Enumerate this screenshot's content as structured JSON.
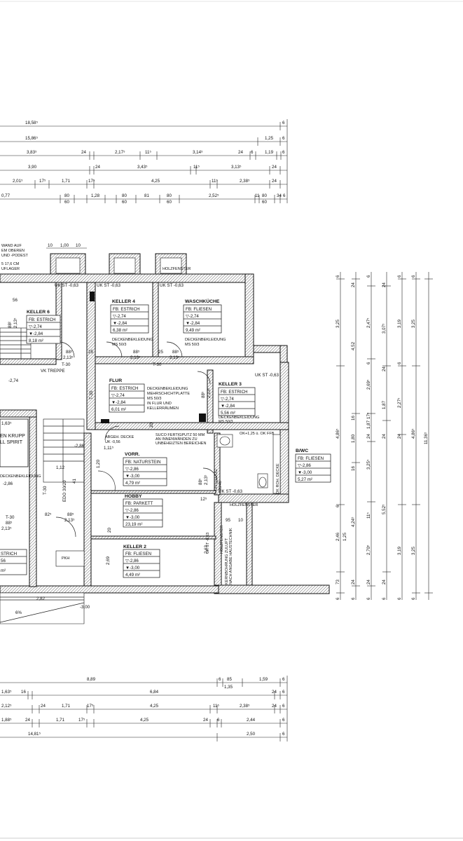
{
  "top_dims": {
    "row1": [
      "18,58⁵",
      "6"
    ],
    "row2": [
      "15,86⁵",
      "1,25",
      "6"
    ],
    "row3": [
      "3,83⁵",
      "24",
      "2,17⁵",
      "11⁵",
      "3,14⁵",
      "24",
      "6",
      "1,19",
      "6"
    ],
    "row4": [
      "3,90",
      "24",
      "3,43⁵",
      "11⁵",
      "3,13⁵",
      "24"
    ],
    "row5": [
      "2,01⁵",
      "17⁵",
      "1,71",
      "17⁵",
      "4,25",
      "11⁵",
      "2,38⁵",
      "24"
    ],
    "row6": [
      "0,77",
      "80",
      "60",
      "1,28",
      "80",
      "60",
      "81",
      "80",
      "60",
      "2,52⁵",
      "11",
      "80",
      "60",
      "34",
      "6"
    ]
  },
  "window_top": [
    "10",
    "1,00",
    "10"
  ],
  "left_notes": [
    "WAND AUF",
    "EM OBEREN",
    "UND -PODEST",
    "5 17,6 CM",
    "UFLAGER"
  ],
  "rooms": {
    "keller6": {
      "name": "KELLER 6",
      "fb": "FB: ESTRICH",
      "h1": "▽-2,74",
      "h2": "▼-2,84",
      "area": "8,18 m²"
    },
    "keller4": {
      "name": "KELLER 4",
      "fb": "FB: ESTRICH",
      "h1": "▽-2,74",
      "h2": "▼-2,84",
      "area": "6,38 m²"
    },
    "waschkueche": {
      "name": "WASCHKÜCHE",
      "fb": "FB: FLIESEN",
      "h1": "▽-2,74",
      "h2": "▼-2,84",
      "area": "9,49 m²"
    },
    "flur": {
      "name": "FLUR",
      "fb": "FB: ESTRICH",
      "h1": "▽-2,74",
      "h2": "▼-2,84",
      "area": "6,01 m²"
    },
    "keller3": {
      "name": "KELLER 3",
      "fb": "FB: ESTRICH",
      "h1": "▽-2,74",
      "h2": "▼-2,84",
      "area": "5,56 m²"
    },
    "bwc": {
      "name": "B/WC",
      "fb": "FB: FLIESEN",
      "h1": "▽-2,86",
      "h2": "▼-3,00",
      "area": "5,27 m²"
    },
    "vorr": {
      "name": "VORR.",
      "fb": "FB: NATURSTEIN",
      "h1": "▽-2,86",
      "h2": "▼-3,00",
      "area": "4,79 m²"
    },
    "hobby": {
      "name": "HOBBY",
      "fb": "FB: PARKETT",
      "h1": "▽-2,86",
      "h2": "▼-3,00",
      "area": "23,19 m²"
    },
    "keller2": {
      "name": "KELLER 2",
      "fb": "FB: FLIESEN",
      "h1": "▽-2,86",
      "h2": "▼-3,00",
      "area": "4,49 m²"
    },
    "keller5": {
      "fb": "STRICH",
      "h1": "56",
      "h2": "m²"
    }
  },
  "labels": {
    "uk_st_1": "UK ST -0,63",
    "uk_st_2": "UK ST -0,63",
    "uk_st_3": "UK ST -0,63",
    "uk_st_4": "UK ST -0,63",
    "uk_st_5": "UK ST -0,63",
    "uk_st_6": "UK ST -0,63",
    "holzfenster_1": "HOLZFENSTER",
    "holzfenster_2": "HOLZFENSTER",
    "holzfenster_3": "HOLZFENSTER",
    "vk_treppe": "VK TREPPE",
    "t30_1": "T-30",
    "t30_2": "T-30",
    "t30_3": "T-30",
    "t30_4": "T-30",
    "decke_1": "DECKENBEKLEIDUNG",
    "decke_1b": "MS 50/3",
    "decke_2": "DECKENBEKLEIDUNG",
    "decke_2b": "MS 50/3",
    "decke_3a": "DECKENBEKLEIDUNG",
    "decke_3b": "MEHRSCHICHTPLATTE",
    "decke_3c": "MS 50/3",
    "decke_3d": "IN FLUR UND",
    "decke_3e": "KELLERRÄUMEN",
    "decke_4a": "DECKENBEKLEIDUNG",
    "decke_4b": "MS 50/3",
    "suco_a": "SUCO FERTIGPUTZ 50 MM",
    "suco_b": "AN INNENWÄNDEN ZU",
    "suco_c": "UNBEHEIZTEN BEREICHEN",
    "abgeh_a": "ABGEH. DECKE",
    "abgeh_b": "UK -0,56",
    "ok_ffb": "OK+1,25 ü. OK FFB",
    "vk_krupp": "EN KRUPP",
    "ll_spirit": "LL SPIRIT",
    "pkh": "PKH",
    "ok_decke": "OK ROH. DECKE",
    "unterzug": "UNTERZUG",
    "unterzug_b": "20/40",
    "kernbohrung_a": "KERNBOHRUNG ZULUFT",
    "kernbohrung_b": "NACH ANGABE HAUSTECHNIK",
    "edo": "EDO 30/20",
    "lev_274": "-2,74",
    "lev_286a": "-2,86",
    "lev_286b": "-2,86",
    "lev_300": "-3,00",
    "pct": "6%",
    "d_163": "1,63⁵",
    "d_111": "1,11⁵",
    "d_112": "1,12",
    "d_56": "56",
    "d_95": "95",
    "d_10": "10",
    "d_88a": "88⁵",
    "d_213a": "2,13⁵",
    "d_88b": "88⁵",
    "d_213b": "2,13⁵",
    "d_88c": "88⁵",
    "d_213c": "2,13⁵",
    "d_88d": "88⁵",
    "d_213d": "2,13⁵",
    "d_88e": "88⁵",
    "d_213e": "2,13⁵",
    "d_82": "82⁵",
    "d_282": "2,82",
    "d_269": "2,69",
    "d_263": "2,63",
    "d_20": "20",
    "d_25a": "25",
    "d_25b": "25",
    "d_t30": "T-30",
    "d_88f": "88⁵",
    "d_213f": "2,13⁵",
    "d_41": "41",
    "d_120": "1,20",
    "d_20b": "20",
    "d_88g": "88⁵",
    "d_213g": "2,13⁵",
    "d_12": "12⁵",
    "d_882": "88²",
    "d_213h": "2,13⁵"
  },
  "right_dims": {
    "col1": [
      "6",
      "3,25",
      "4,86⁵",
      "6",
      "2,46",
      "1,25",
      "73",
      "6"
    ],
    "col2": [
      "24",
      "4,52",
      "16",
      "1,80",
      "16",
      "4,24⁵",
      "24",
      "6"
    ],
    "col3": [
      "6",
      "2,47⁵",
      "6",
      "2,69⁵",
      "17⁵",
      "1,87",
      "24",
      "3,25⁵",
      "11⁵",
      "2,70⁵",
      "24",
      "6"
    ],
    "col4": [
      "24",
      "3,07⁵",
      "24",
      "1,87",
      "24",
      "5,52⁵",
      "24",
      "6"
    ],
    "col5": [
      "6",
      "3,19",
      "6",
      "2,27⁵",
      "24",
      "3,19",
      "6"
    ],
    "col6": [
      "6",
      "3,25",
      "4,86⁵",
      "3,25",
      "6"
    ],
    "col7": [
      "11,36⁵"
    ]
  },
  "bottom_dims": {
    "row1": [
      "8,89",
      "6",
      "85",
      "1,35",
      "1,59",
      "6"
    ],
    "row2": [
      "1,63⁵",
      "16",
      "6,84",
      "24",
      "6"
    ],
    "row3": [
      "2,12⁵",
      "24",
      "1,71",
      "17⁵",
      "4,25",
      "11⁵",
      "2,38⁵",
      "24",
      "6"
    ],
    "row4": [
      "1,88⁵",
      "24",
      "1,71",
      "17⁵",
      "4,25",
      "24",
      "6",
      "2,44",
      "6"
    ],
    "row5": [
      "14,81⁵",
      "2,50",
      "6"
    ]
  }
}
